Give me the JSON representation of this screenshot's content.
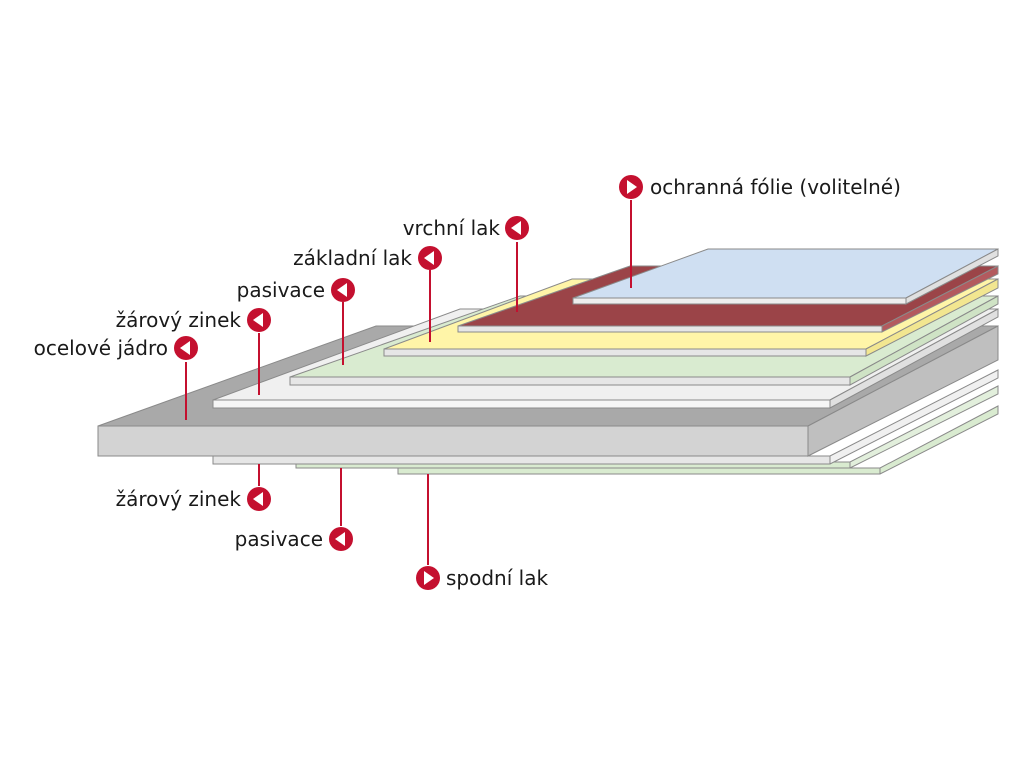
{
  "diagram": {
    "labels": {
      "ochranna_folie": "ochranná fólie (volitelné)",
      "vrchni_lak": "vrchní lak",
      "zakladni_lak": "základní lak",
      "pasivace_top": "pasivace",
      "zarovy_zinek_top": "žárový zinek",
      "ocelove_jadro": "ocelové jádro",
      "zarovy_zinek_bottom": "žárový zinek",
      "pasivace_bottom": "pasivace",
      "spodni_lak": "spodní lak"
    },
    "colors": {
      "steel_core": "#d3d3d3",
      "steel_core_top": "#a9a9a9",
      "zinc": "#f0f0f0",
      "passivation": "#d9ebd0",
      "primer": "#fff5a8",
      "top_coat": "#9b4448",
      "protective_foil": "#cfdff2",
      "marker": "#c4102f",
      "edge": "#8a8a8a"
    }
  }
}
